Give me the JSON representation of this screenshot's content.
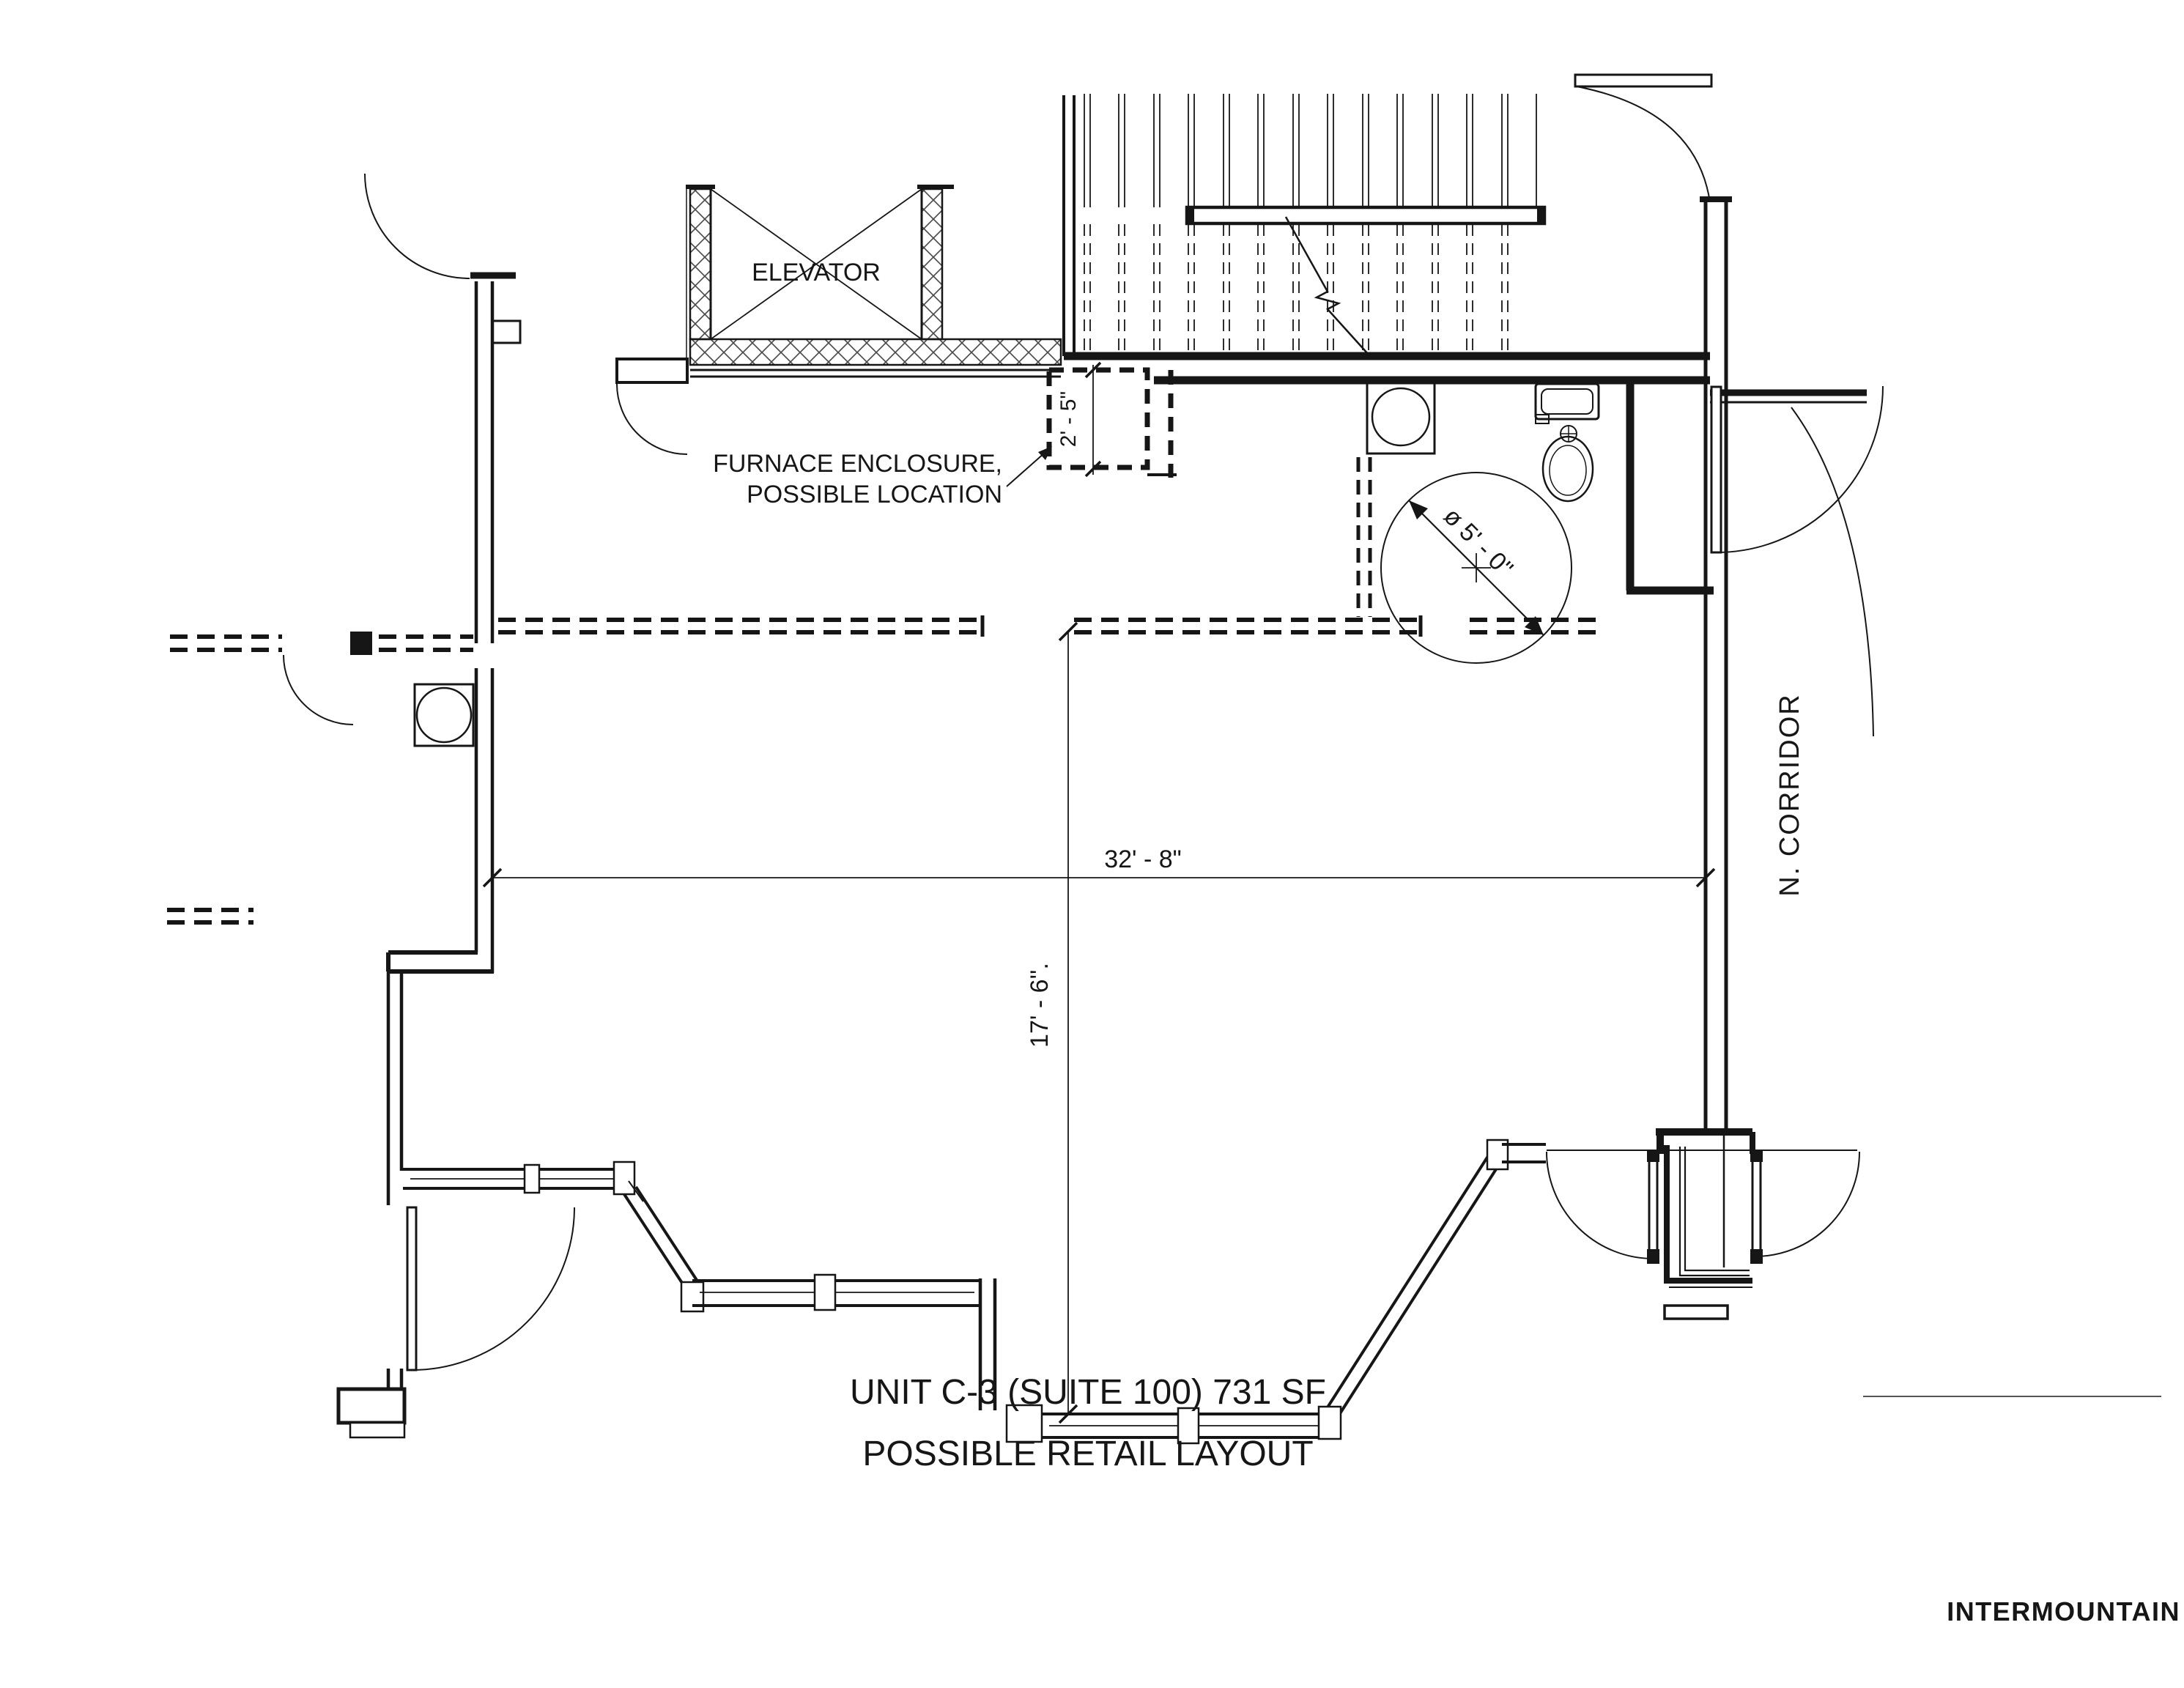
{
  "plan": {
    "labels": {
      "elevator": "ELEVATOR",
      "furnace_line1": "FURNACE ENCLOSURE,",
      "furnace_line2": "POSSIBLE LOCATION",
      "corridor": "N. CORRIDOR"
    },
    "dimensions": {
      "furnace_width": "2' - 5\"",
      "turning_circle_diameter": "ø 5' - 0\"",
      "unit_width": "32' - 8\"",
      "unit_depth": "17' - 6''."
    },
    "title": {
      "line1": "UNIT C-3 (SUITE 100) 731 SF",
      "line2": "POSSIBLE RETAIL LAYOUT"
    },
    "watermark": "INTERMOUNTAIN",
    "colors": {
      "line": "#161616",
      "background": "#ffffff",
      "watermark": "#ececec"
    }
  }
}
